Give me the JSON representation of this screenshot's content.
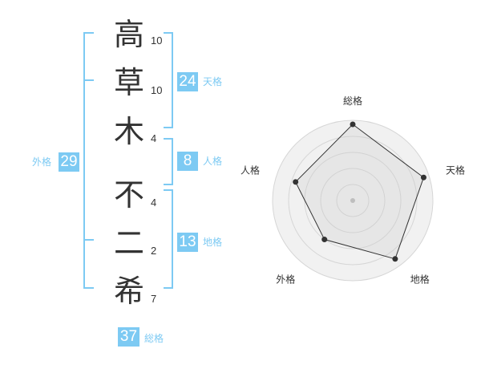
{
  "name": {
    "characters": [
      {
        "char": "高",
        "strokes": "10"
      },
      {
        "char": "草",
        "strokes": "10"
      },
      {
        "char": "木",
        "strokes": "4"
      },
      {
        "char": "不",
        "strokes": "4"
      },
      {
        "char": "二",
        "strokes": "2"
      },
      {
        "char": "希",
        "strokes": "7"
      }
    ]
  },
  "fortunes": {
    "tenkaku": {
      "value": "24",
      "label": "天格"
    },
    "jinkaku": {
      "value": "8",
      "label": "人格"
    },
    "chikaku": {
      "value": "13",
      "label": "地格"
    },
    "gaikaku": {
      "value": "29",
      "label": "外格"
    },
    "soukaku": {
      "value": "37",
      "label": "総格"
    }
  },
  "colors": {
    "accent": "#7dcaf3",
    "text": "#333333"
  },
  "chart_data": {
    "type": "radar",
    "axes": [
      "総格",
      "天格",
      "地格",
      "外格",
      "人格"
    ],
    "values": [
      0.95,
      0.93,
      0.9,
      0.6,
      0.75
    ],
    "scale": [
      0,
      1
    ],
    "grid_rings": 5
  }
}
